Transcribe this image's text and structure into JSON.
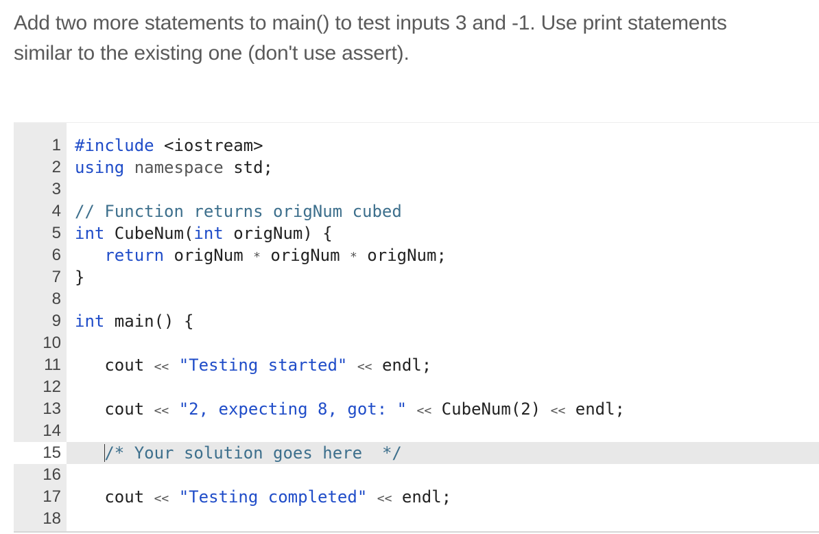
{
  "instructions": {
    "line1": "Add two more statements to main() to test inputs 3 and -1. Use print statements",
    "line2": "similar to the existing one (don't use assert)."
  },
  "editor": {
    "active_line": 15,
    "lines": [
      {
        "num": "1",
        "tokens": [
          {
            "t": "#include",
            "c": "pp"
          },
          {
            "t": " <iostream>",
            "c": "plain"
          }
        ]
      },
      {
        "num": "2",
        "tokens": [
          {
            "t": "using",
            "c": "kw"
          },
          {
            "t": " ",
            "c": "plain"
          },
          {
            "t": "namespace",
            "c": "ns"
          },
          {
            "t": " std;",
            "c": "plain"
          }
        ]
      },
      {
        "num": "3",
        "tokens": []
      },
      {
        "num": "4",
        "tokens": [
          {
            "t": "// Function returns origNum cubed",
            "c": "cmt"
          }
        ]
      },
      {
        "num": "5",
        "tokens": [
          {
            "t": "int",
            "c": "kw"
          },
          {
            "t": " CubeNum(",
            "c": "plain"
          },
          {
            "t": "int",
            "c": "kw"
          },
          {
            "t": " origNum) {",
            "c": "plain"
          }
        ]
      },
      {
        "num": "6",
        "tokens": [
          {
            "t": "   ",
            "c": "plain"
          },
          {
            "t": "return",
            "c": "kw"
          },
          {
            "t": " origNum ",
            "c": "plain"
          },
          {
            "t": "*",
            "c": "op"
          },
          {
            "t": " origNum ",
            "c": "plain"
          },
          {
            "t": "*",
            "c": "op"
          },
          {
            "t": " origNum;",
            "c": "plain"
          }
        ]
      },
      {
        "num": "7",
        "tokens": [
          {
            "t": "}",
            "c": "plain"
          }
        ]
      },
      {
        "num": "8",
        "tokens": []
      },
      {
        "num": "9",
        "tokens": [
          {
            "t": "int",
            "c": "kw"
          },
          {
            "t": " main() {",
            "c": "plain"
          }
        ]
      },
      {
        "num": "10",
        "tokens": []
      },
      {
        "num": "11",
        "tokens": [
          {
            "t": "   cout ",
            "c": "plain"
          },
          {
            "t": "<<",
            "c": "op"
          },
          {
            "t": " ",
            "c": "plain"
          },
          {
            "t": "\"Testing started\"",
            "c": "str"
          },
          {
            "t": " ",
            "c": "plain"
          },
          {
            "t": "<<",
            "c": "op"
          },
          {
            "t": " endl;",
            "c": "plain"
          }
        ]
      },
      {
        "num": "12",
        "tokens": []
      },
      {
        "num": "13",
        "tokens": [
          {
            "t": "   cout ",
            "c": "plain"
          },
          {
            "t": "<<",
            "c": "op"
          },
          {
            "t": " ",
            "c": "plain"
          },
          {
            "t": "\"2, expecting 8, got: \"",
            "c": "str"
          },
          {
            "t": " ",
            "c": "plain"
          },
          {
            "t": "<<",
            "c": "op"
          },
          {
            "t": " CubeNum(2) ",
            "c": "plain"
          },
          {
            "t": "<<",
            "c": "op"
          },
          {
            "t": " endl;",
            "c": "plain"
          }
        ]
      },
      {
        "num": "14",
        "tokens": []
      },
      {
        "num": "15",
        "tokens": [
          {
            "t": "   ",
            "c": "plain"
          },
          {
            "t": "CURSOR",
            "c": "cursor"
          },
          {
            "t": "/* Your solution goes here  */",
            "c": "cmt"
          }
        ]
      },
      {
        "num": "16",
        "tokens": []
      },
      {
        "num": "17",
        "tokens": [
          {
            "t": "   cout ",
            "c": "plain"
          },
          {
            "t": "<<",
            "c": "op"
          },
          {
            "t": " ",
            "c": "plain"
          },
          {
            "t": "\"Testing completed\"",
            "c": "str"
          },
          {
            "t": " ",
            "c": "plain"
          },
          {
            "t": "<<",
            "c": "op"
          },
          {
            "t": " endl;",
            "c": "plain"
          }
        ]
      },
      {
        "num": "18",
        "tokens": []
      }
    ]
  }
}
